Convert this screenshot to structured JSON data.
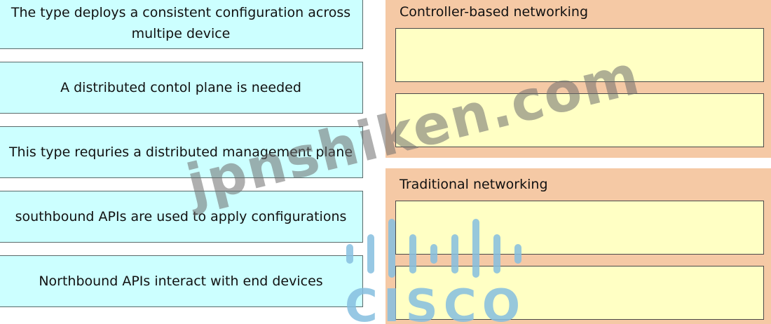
{
  "source_items": [
    {
      "label": "The type deploys a consistent configuration across multipe device"
    },
    {
      "label": "A distributed contol plane is needed"
    },
    {
      "label": "This type requries a distributed management plane"
    },
    {
      "label": "southbound APIs are used to apply configurations"
    },
    {
      "label": "Northbound APIs interact with end devices"
    }
  ],
  "targets": {
    "controller": {
      "title": "Controller-based networking"
    },
    "traditional": {
      "title": "Traditional networking"
    }
  },
  "watermark": {
    "text": "jpnshiken.com",
    "logo_text": "CISCO"
  },
  "colors": {
    "item_bg": "#ccffff",
    "group_bg": "#f5c9a5",
    "drop_bg": "#ffffc4",
    "logo": "#86bfe0"
  }
}
